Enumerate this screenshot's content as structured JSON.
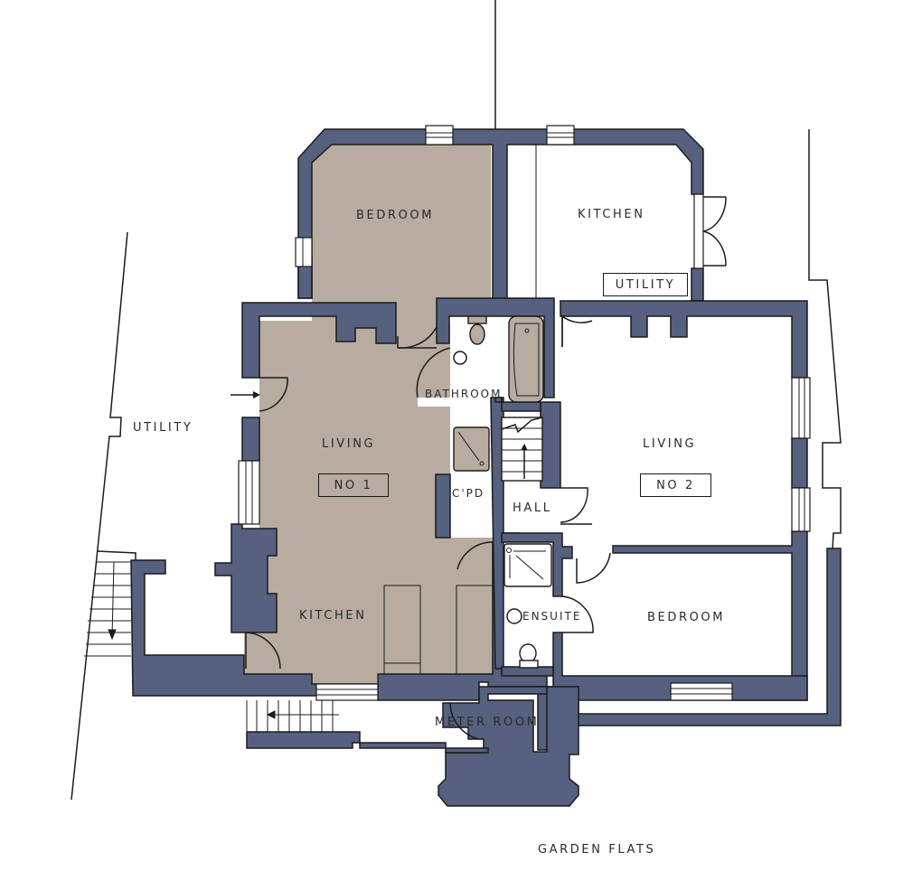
{
  "plan": {
    "title": "GARDEN FLATS",
    "colors": {
      "wall": "#56607f",
      "flat1_floor": "#b8aca0",
      "flat2_floor": "#ffffff"
    }
  },
  "flat1": {
    "tag": "NO 1",
    "rooms": {
      "bedroom": "BEDROOM",
      "living": "LIVING",
      "kitchen": "KITCHEN",
      "bathroom": "BATHROOM",
      "cupboard": "C'PD"
    }
  },
  "flat2": {
    "tag": "NO 2",
    "rooms": {
      "kitchen": "KITCHEN",
      "utility": "UTILITY",
      "living": "LIVING",
      "hall": "HALL",
      "ensuite": "ENSUITE",
      "bedroom": "BEDROOM"
    }
  },
  "external": {
    "utility": "UTILITY",
    "meter_room": "METER ROOM"
  }
}
